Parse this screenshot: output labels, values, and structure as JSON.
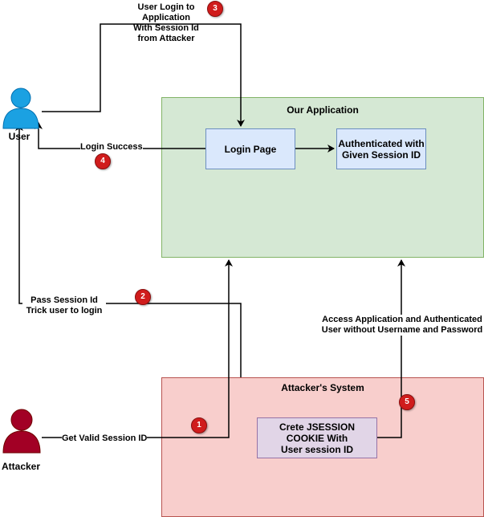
{
  "actors": {
    "user": {
      "name": "User",
      "icon": "user-icon",
      "color": "#1ba1e2"
    },
    "attacker": {
      "name": "Attacker",
      "icon": "attacker-icon",
      "color": "#a20025"
    }
  },
  "containers": {
    "application": {
      "title": "Our Application",
      "fill": "#d5e8d4",
      "stroke": "#82b366"
    },
    "attacker_system": {
      "title": "Attacker's System",
      "fill": "#f8cecc",
      "stroke": "#b85450"
    }
  },
  "nodes": {
    "login_page": {
      "label": "Login Page",
      "fill": "#dae8fc"
    },
    "authenticated": {
      "line1": "Authenticated with",
      "line2": "Given Session ID",
      "fill": "#dae8fc"
    },
    "cookie": {
      "line1": "Crete JSESSION",
      "line2": "COOKIE With",
      "line3": "User session ID",
      "fill": "#e1d5e7"
    }
  },
  "edges": {
    "step3": {
      "line1": "User Login to",
      "line2": "Application",
      "line3": "With Session Id",
      "line4": "from Attacker"
    },
    "step4": {
      "label": "Login Success"
    },
    "step2": {
      "line1": "Pass Session Id",
      "line2": "Trick user to login"
    },
    "step1": {
      "label": "Get Valid Session ID"
    },
    "step5": {
      "line1": "Access Application and Authenticated",
      "line2": "User without Username and Password"
    }
  },
  "badges": {
    "b1": "1",
    "b2": "2",
    "b3": "3",
    "b4": "4",
    "b5": "5",
    "color": "#d01c1c"
  }
}
